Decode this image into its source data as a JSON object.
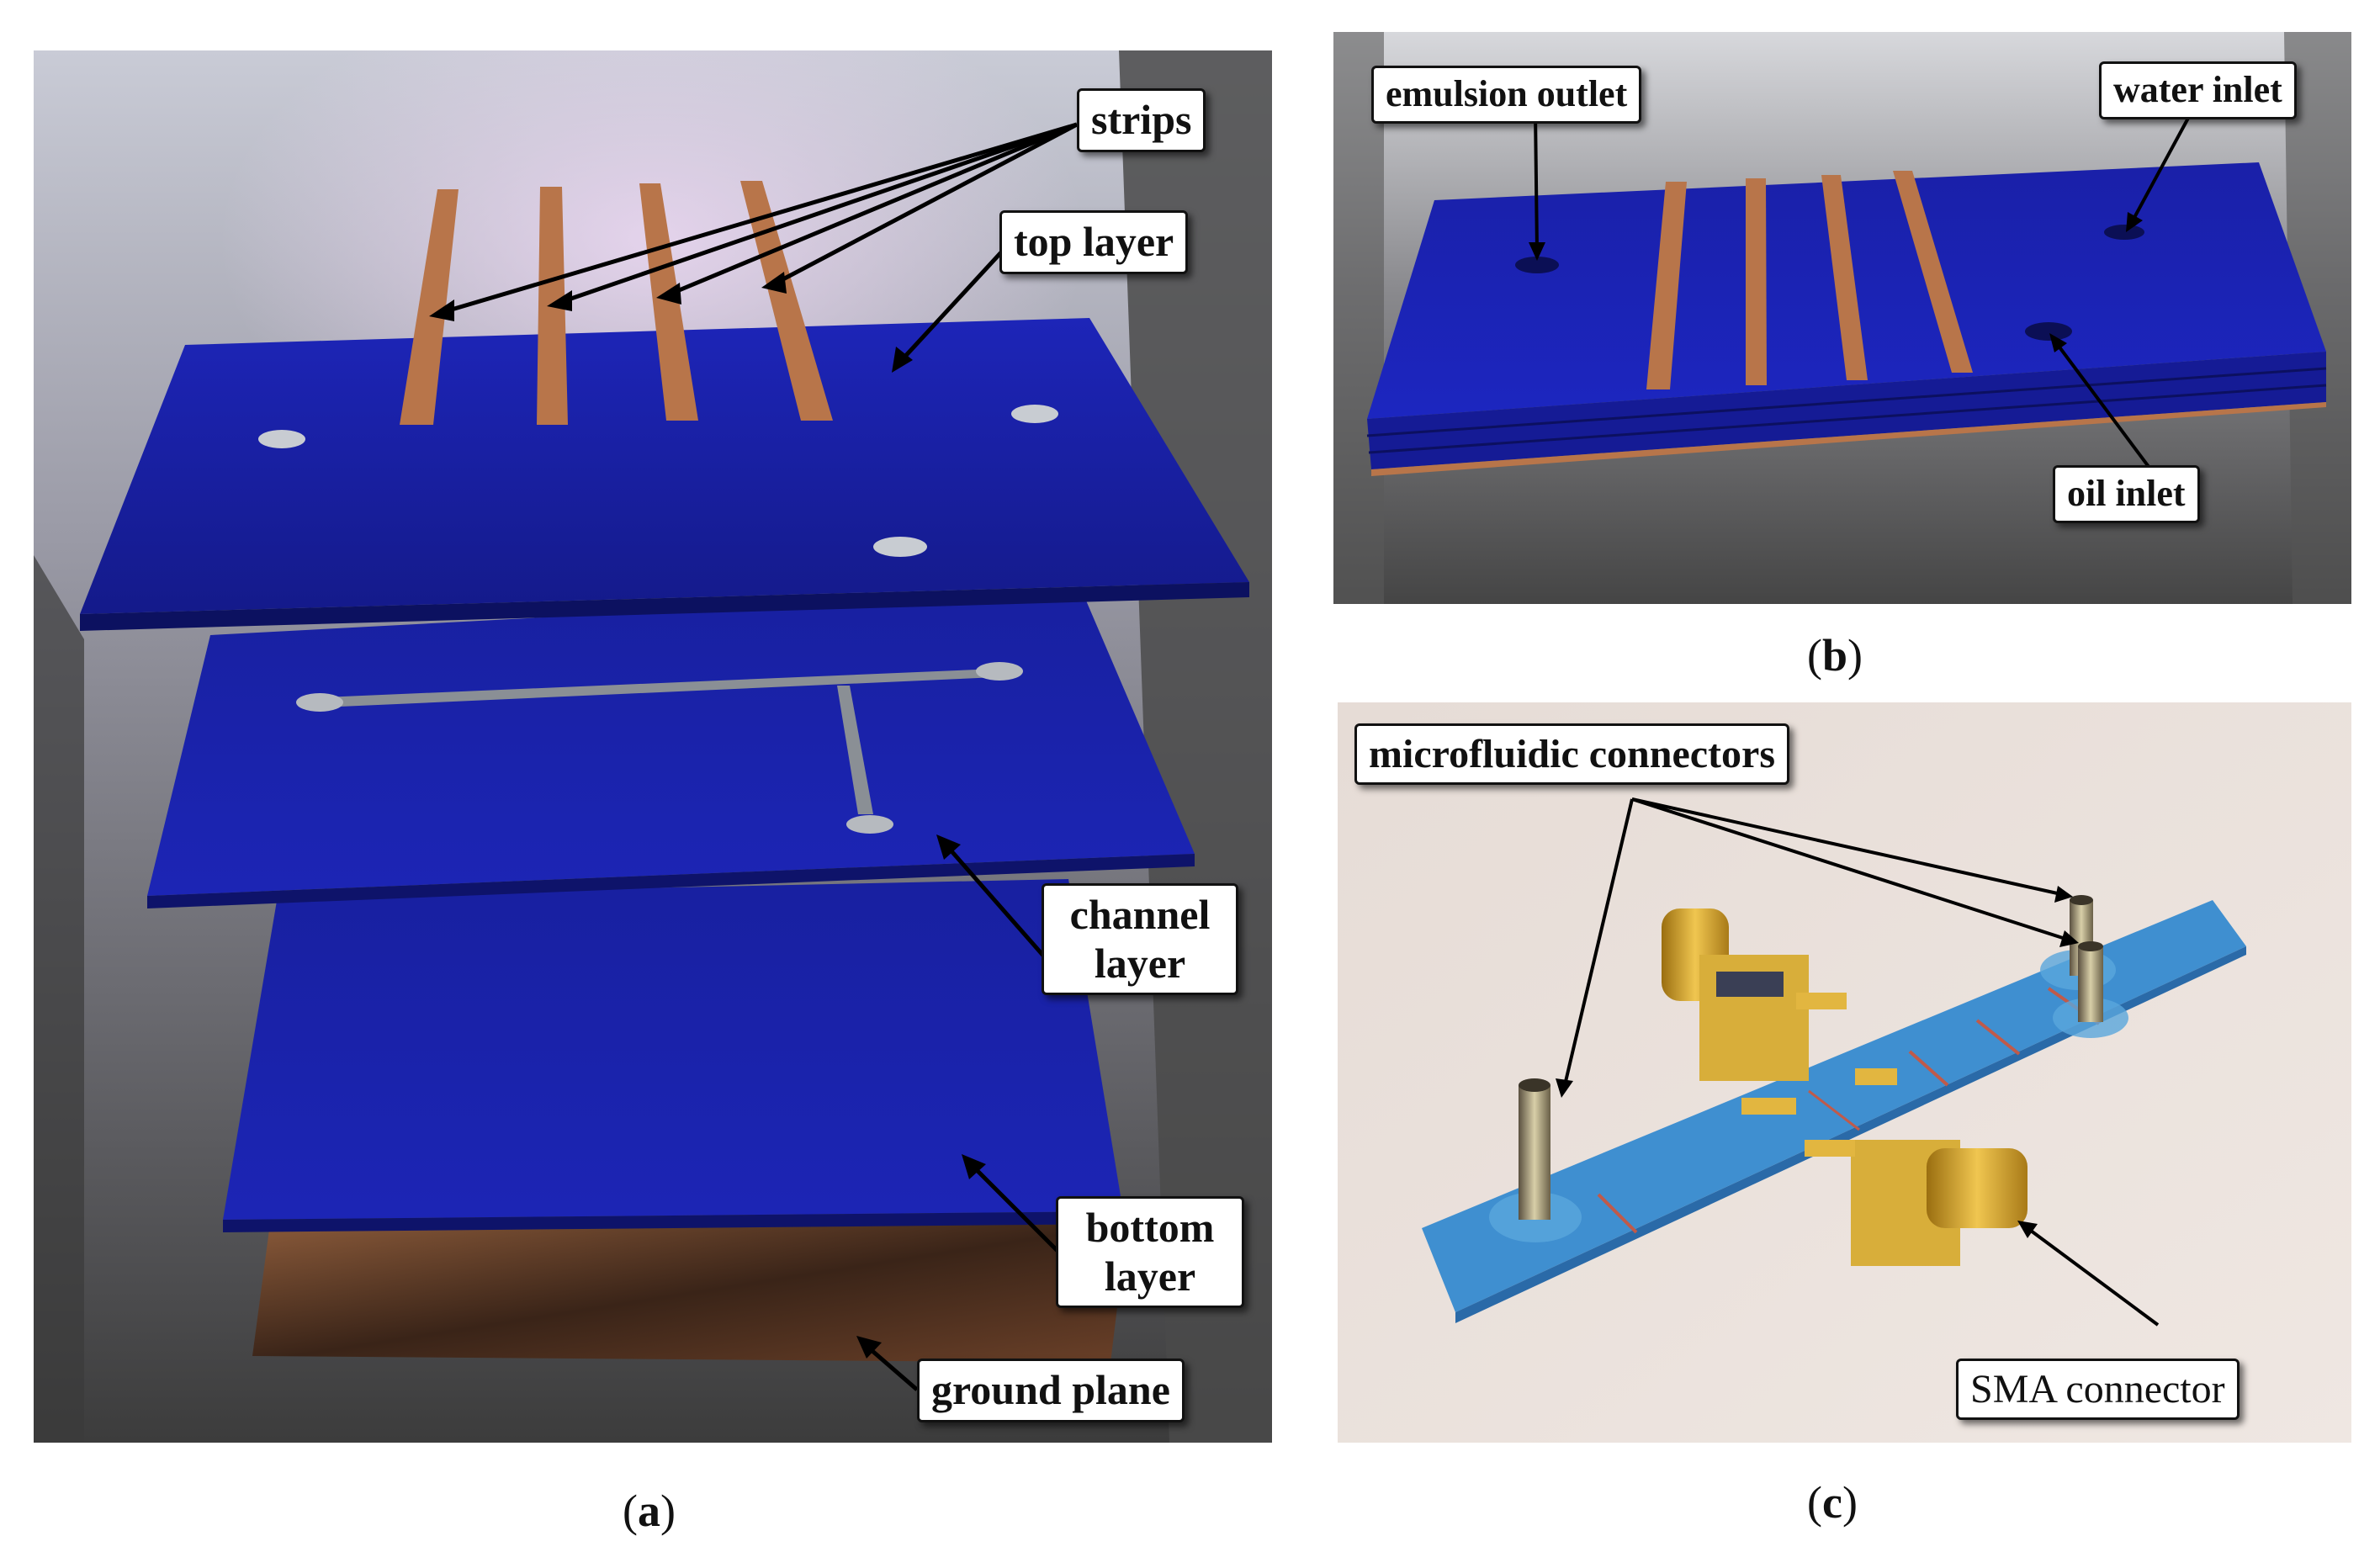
{
  "panel_a": {
    "labels": {
      "strips": "strips",
      "top_layer": "top layer",
      "channel_layer_1": "channel",
      "channel_layer_2": "layer",
      "bottom_layer_1": "bottom",
      "bottom_layer_2": "layer",
      "ground_plane": "ground plane"
    },
    "caption_letter": "a"
  },
  "panel_b": {
    "labels": {
      "emulsion_outlet": "emulsion outlet",
      "water_inlet": "water inlet",
      "oil_inlet": "oil inlet"
    },
    "caption_letter": "b"
  },
  "panel_c": {
    "labels": {
      "microfluidic_connectors": "microfluidic connectors",
      "sma_connector": "SMA connector"
    },
    "caption_letter": "c"
  },
  "colors": {
    "layer_blue": "#1a1fa8",
    "copper": "#b8754a",
    "photo_substrate": "#3f8fd0",
    "gold": "#d4a52a"
  }
}
